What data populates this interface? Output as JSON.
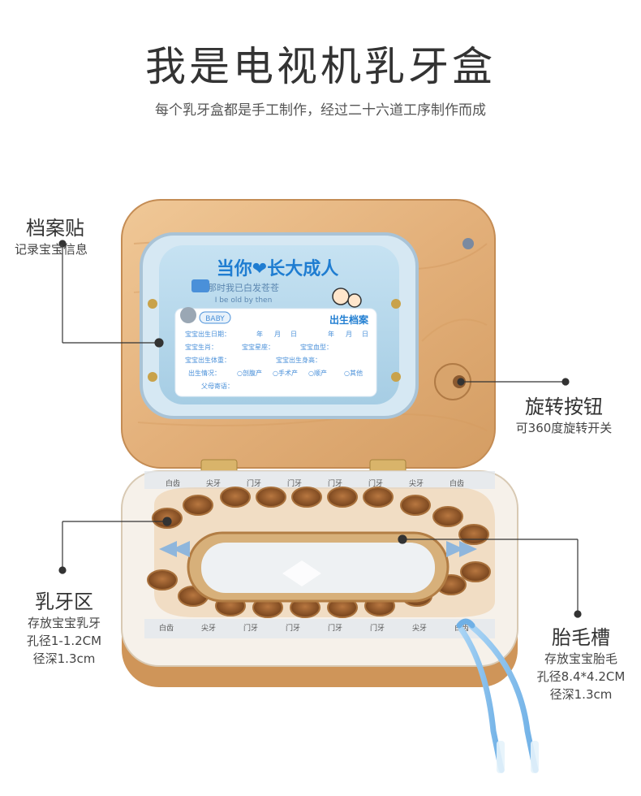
{
  "title": "我是电视机乳牙盒",
  "subtitle": "每个乳牙盒都是手工制作，经过二十六道工序制作而成",
  "annotations": {
    "archive_sticker": {
      "heading": "档案贴",
      "lines": [
        "记录宝宝信息"
      ]
    },
    "rotary_knob": {
      "heading": "旋转按钮",
      "lines": [
        "可360度旋转开关"
      ]
    },
    "tooth_area": {
      "heading": "乳牙区",
      "lines": [
        "存放宝宝乳牙",
        "孔径1-1.2CM",
        "径深1.3cm"
      ]
    },
    "hair_slot": {
      "heading": "胎毛槽",
      "lines": [
        "存放宝宝胎毛",
        "孔径8.4*4.2CM",
        "径深1.3cm"
      ]
    }
  },
  "card": {
    "banner": "当你❤长大成人",
    "line1": "那时我已白发苍苍",
    "line2": "I be old by then",
    "baby_tag": "BABY",
    "record_title": "出生档案",
    "fields": [
      "宝宝出生日期：",
      "宝宝生肖：",
      "宝宝星座：",
      "宝宝血型：",
      "宝宝出生体重：",
      "宝宝出生身高：",
      "出生情况：",
      "父母寄语："
    ],
    "date_units": [
      "年",
      "月",
      "日"
    ],
    "birth_options": [
      "剖腹产",
      "手术产",
      "顺产",
      "其他"
    ]
  },
  "tray_labels": {
    "top": [
      "白齿",
      "尖牙",
      "门牙",
      "门牙",
      "门牙",
      "门牙",
      "尖牙",
      "白齿"
    ],
    "bottom": [
      "白齿",
      "尖牙",
      "门牙",
      "门牙",
      "门牙",
      "门牙",
      "尖牙",
      "白齿"
    ]
  },
  "colors": {
    "wood": "#e8b985",
    "wood_dark": "#c98f55",
    "tray_white": "#f7f2ea",
    "card_blue": "#a9cfe6",
    "accent_blue": "#4a90d9",
    "line": "#333333"
  }
}
